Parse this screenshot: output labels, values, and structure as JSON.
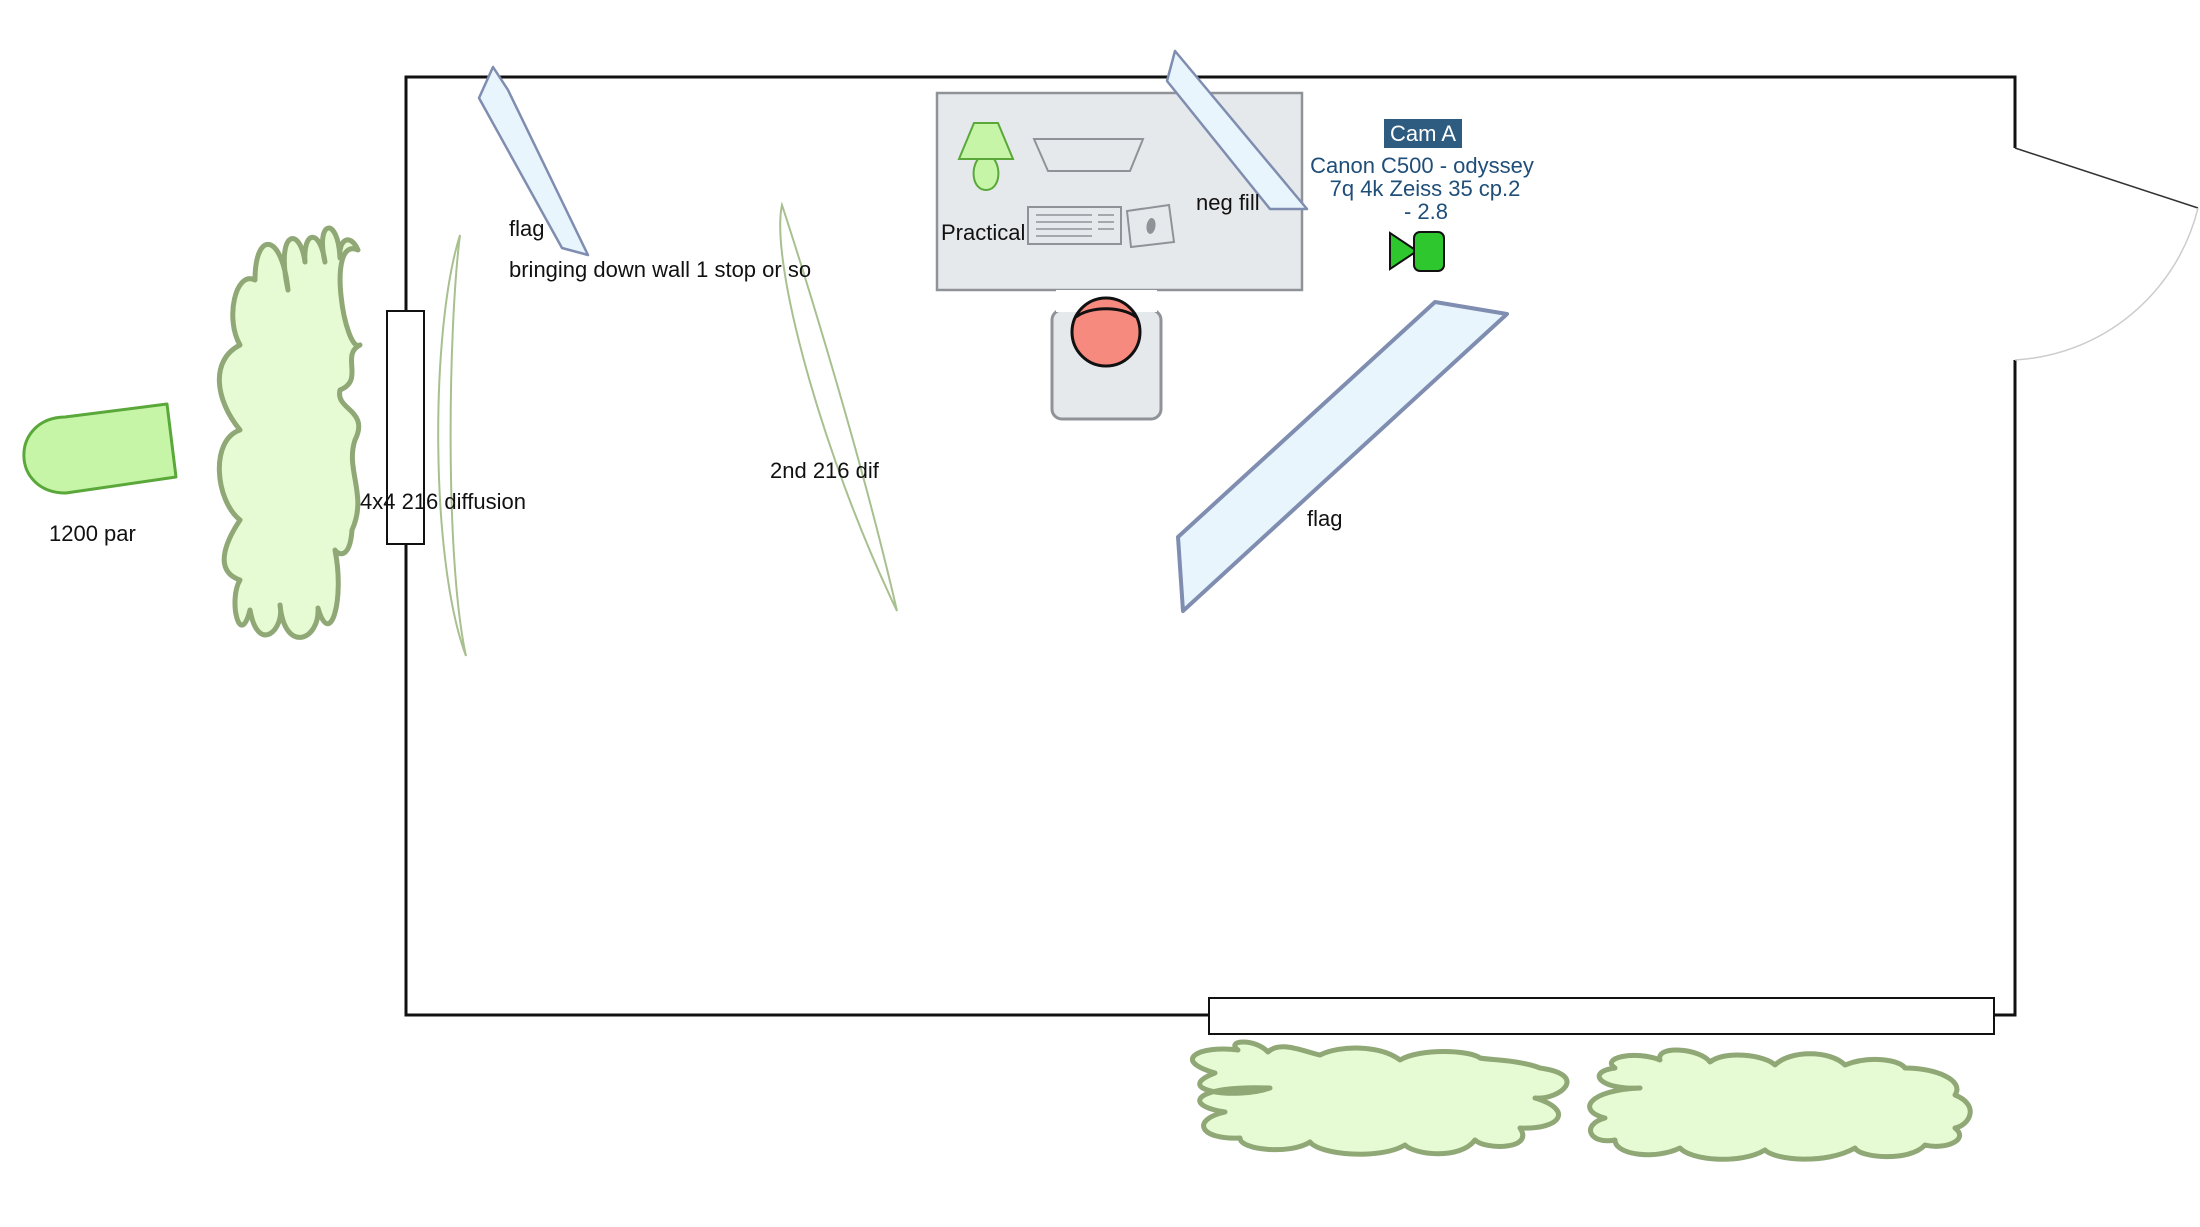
{
  "labels": {
    "par": "1200 par",
    "diffusion_frame": "4x4 216 diffusion",
    "flag_top": "flag",
    "flag_note": "bringing down wall 1 stop or so",
    "second_dif": "2nd 216 dif",
    "practical": "Practical",
    "neg_fill": "neg fill",
    "flag_right": "flag"
  },
  "camera": {
    "tag": "Cam A",
    "line1": "Canon C500 - odyssey",
    "line2": "7q 4k Zeiss 35 cp.2",
    "line3": "- 2.8"
  },
  "colors": {
    "light_fill": "#c6f5a8",
    "light_stroke": "#5aa83a",
    "cloud_fill": "#e6fbd3",
    "cloud_stroke": "#8fa876",
    "flag_fill": "#e9f5fc",
    "flag_stroke": "#7f8db0",
    "desk_fill": "#e6e9ec",
    "desk_stroke": "#8f9398",
    "person_fill": "#f78a7f",
    "camera_green": "#2ec82e",
    "cam_tag_bg": "#2e5b80",
    "cam_text": "#1f4e79"
  },
  "icons": {
    "camera": "video-camera-icon",
    "lamp": "lamp-icon",
    "monitor": "monitor-icon",
    "keyboard": "keyboard-icon",
    "mouse": "mouse-icon",
    "person": "person-icon",
    "light": "light-fixture-icon"
  }
}
